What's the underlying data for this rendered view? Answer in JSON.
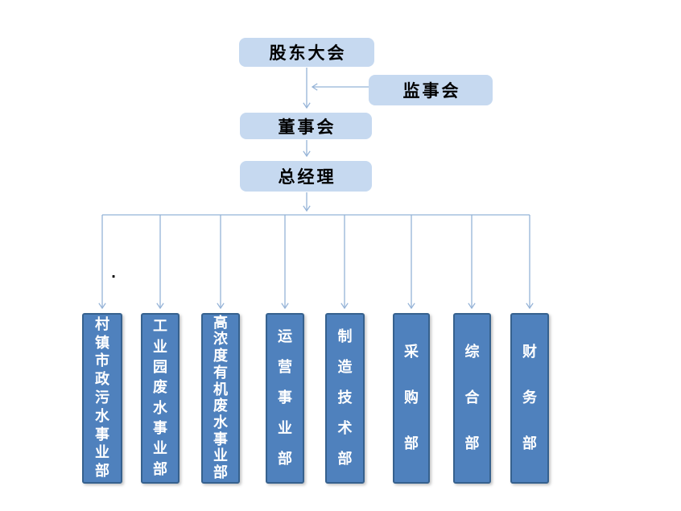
{
  "diagram": {
    "type": "org-chart",
    "top_nodes": [
      {
        "id": "shareholders",
        "label": "股东大会"
      },
      {
        "id": "supervisory",
        "label": "监事会"
      },
      {
        "id": "board",
        "label": "董事会"
      },
      {
        "id": "gm",
        "label": "总经理"
      }
    ],
    "departments": [
      {
        "label": "村镇市政污水事业部"
      },
      {
        "label": "工业园废水事业部"
      },
      {
        "label": "高浓度有机废水事业部"
      },
      {
        "label": "运营事业部"
      },
      {
        "label": "制造技术部"
      },
      {
        "label": "采购部"
      },
      {
        "label": "综合部"
      },
      {
        "label": "财务部"
      }
    ],
    "edges": [
      {
        "from": "股东大会",
        "to": "董事会"
      },
      {
        "from": "监事会",
        "to": "股东大会-董事会"
      },
      {
        "from": "董事会",
        "to": "总经理"
      },
      {
        "from": "总经理",
        "to": "村镇市政污水事业部"
      },
      {
        "from": "总经理",
        "to": "工业园废水事业部"
      },
      {
        "from": "总经理",
        "to": "高浓度有机废水事业部"
      },
      {
        "from": "总经理",
        "to": "运营事业部"
      },
      {
        "from": "总经理",
        "to": "制造技术部"
      },
      {
        "from": "总经理",
        "to": "采购部"
      },
      {
        "from": "总经理",
        "to": "综合部"
      },
      {
        "from": "总经理",
        "to": "财务部"
      }
    ],
    "stray_mark": "."
  },
  "colors": {
    "background": "#ffffff",
    "light_node_fill": "#c6d9f0",
    "dept_fill": "#4f81bd",
    "dept_border": "#36618e",
    "connector": "#95b3d7",
    "top_text": "#000000",
    "dept_text": "#ffffff"
  }
}
